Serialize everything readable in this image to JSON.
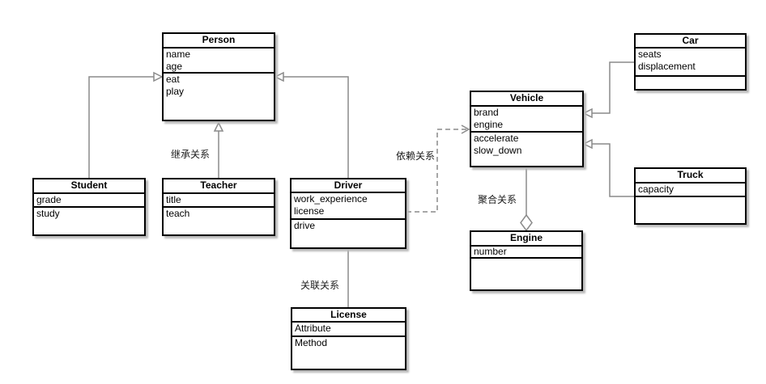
{
  "diagram": {
    "type": "uml-class-diagram",
    "classes": {
      "person": {
        "title": "Person",
        "attributes": [
          "name",
          "age"
        ],
        "methods": [
          "eat",
          "play"
        ]
      },
      "student": {
        "title": "Student",
        "attributes": [
          "grade"
        ],
        "methods": [
          "study"
        ]
      },
      "teacher": {
        "title": "Teacher",
        "attributes": [
          "title"
        ],
        "methods": [
          "teach"
        ]
      },
      "driver": {
        "title": "Driver",
        "attributes": [
          "work_experience",
          "license"
        ],
        "methods": [
          "drive"
        ]
      },
      "vehicle": {
        "title": "Vehicle",
        "attributes": [
          "brand",
          "engine"
        ],
        "methods": [
          "accelerate",
          "slow_down"
        ]
      },
      "car": {
        "title": "Car",
        "attributes": [
          "seats",
          "displacement"
        ],
        "methods": []
      },
      "truck": {
        "title": "Truck",
        "attributes": [
          "capacity"
        ],
        "methods": []
      },
      "engine": {
        "title": "Engine",
        "attributes": [
          "number"
        ],
        "methods": []
      },
      "license": {
        "title": "License",
        "attributes": [
          "Attribute"
        ],
        "methods": [
          "Method"
        ]
      }
    },
    "relationship_labels": {
      "inheritance": "继承关系",
      "dependency": "依赖关系",
      "aggregation": "聚合关系",
      "association": "关联关系"
    },
    "relationships": [
      {
        "from": "Student",
        "to": "Person",
        "type": "inheritance",
        "arrow": "hollow-triangle"
      },
      {
        "from": "Teacher",
        "to": "Person",
        "type": "inheritance",
        "arrow": "hollow-triangle",
        "label": "继承关系"
      },
      {
        "from": "Driver",
        "to": "Person",
        "type": "inheritance",
        "arrow": "hollow-triangle"
      },
      {
        "from": "Driver",
        "to": "Vehicle",
        "type": "dependency",
        "arrow": "open-arrow-dashed",
        "label": "依赖关系"
      },
      {
        "from": "Vehicle",
        "to": "Engine",
        "type": "aggregation",
        "arrow": "hollow-diamond",
        "label": "聚合关系"
      },
      {
        "from": "Car",
        "to": "Vehicle",
        "type": "inheritance",
        "arrow": "hollow-triangle"
      },
      {
        "from": "Truck",
        "to": "Vehicle",
        "type": "inheritance",
        "arrow": "hollow-triangle"
      },
      {
        "from": "Driver",
        "to": "License",
        "type": "association",
        "arrow": "none",
        "label": "关联关系"
      }
    ],
    "colors": {
      "edge": "#8a8a8a",
      "box_border": "#000000",
      "background": "#ffffff",
      "shadow": "#b9b9b9",
      "text": "#000000"
    }
  }
}
